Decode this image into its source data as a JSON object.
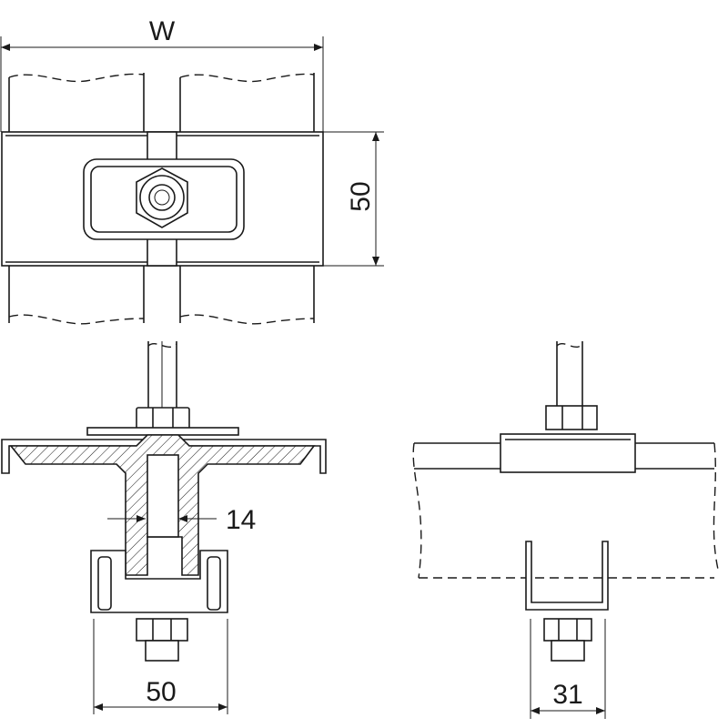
{
  "drawing": {
    "top_view": {
      "width_label": "W",
      "height_label": "50"
    },
    "front_view": {
      "flange_label": "14",
      "clamp_width_label": "50"
    },
    "side_view": {
      "clamp_width_label": "31"
    }
  }
}
